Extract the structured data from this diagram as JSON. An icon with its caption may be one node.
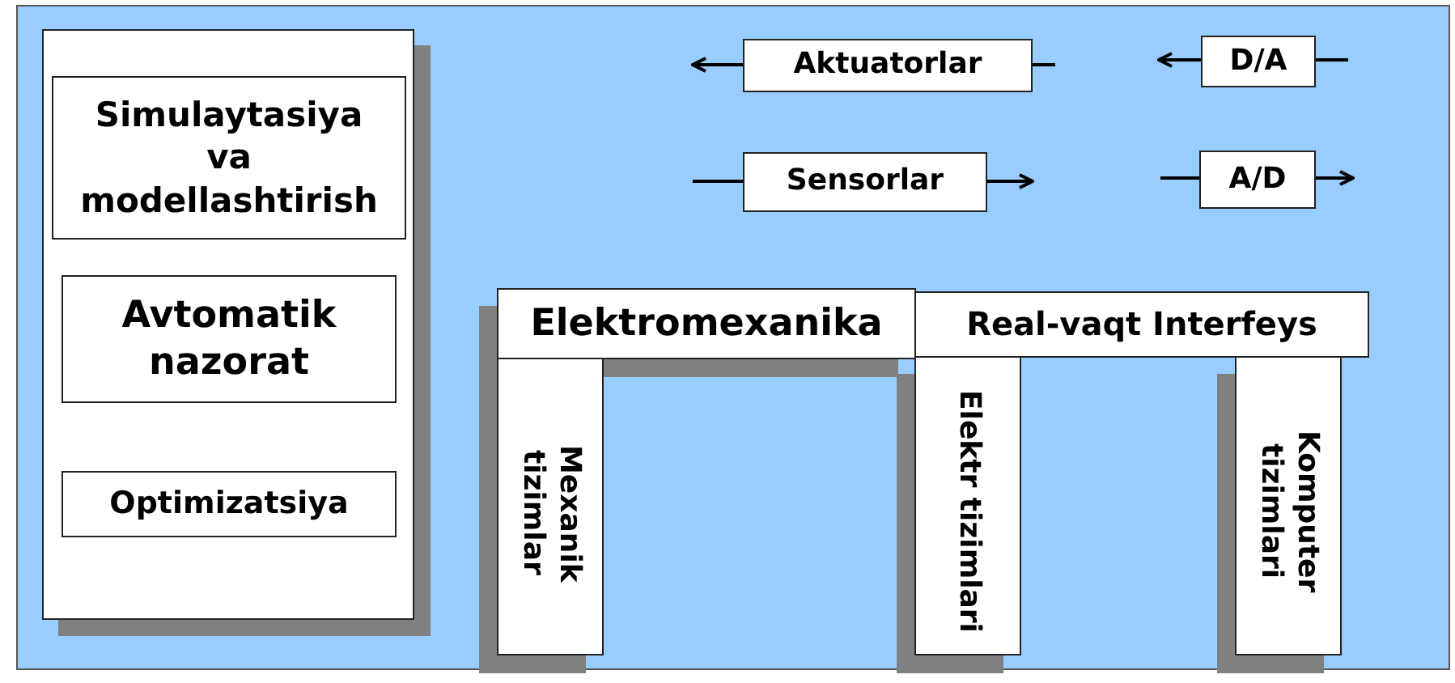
{
  "diagram": {
    "nodes": [
      {
        "text": [],
        "shape": "box"
      },
      {
        "text": [
          "Simulaytasiya va modellashtirish"
        ],
        "in": 0
      },
      {
        "text": [
          "Avtomatik nazorat"
        ],
        "in": 0
      },
      {
        "text": [
          "Optimizatsiya"
        ],
        "in": 0
      },
      {
        "text": [
          "Aktuatorlar"
        ]
      },
      {
        "text": [
          "D/A"
        ]
      },
      {
        "text": [
          "Sensorlar"
        ]
      },
      {
        "text": [
          "A/D"
        ]
      },
      {
        "text": [
          "Elektromexanika"
        ]
      },
      {
        "text": [
          "Real-vaqt Interfeys"
        ]
      },
      {
        "text": [
          "Mexanik tizimlar"
        ]
      },
      {
        "text": [
          "Elektr tizimlari"
        ]
      },
      {
        "text": [
          "Komputer tizimlari"
        ]
      }
    ],
    "edges": [
      {
        "from": 4,
        "to": null,
        "arrow": "to"
      },
      {
        "from": null,
        "to": 4,
        "arrow": "none"
      },
      {
        "from": 5,
        "to": null,
        "arrow": "to"
      },
      {
        "from": null,
        "to": 5,
        "arrow": "none"
      },
      {
        "from": null,
        "to": 6,
        "arrow": "none"
      },
      {
        "from": 6,
        "to": null,
        "arrow": "to"
      },
      {
        "from": null,
        "to": 7,
        "arrow": "none"
      },
      {
        "from": 7,
        "to": null,
        "arrow": "to"
      }
    ]
  }
}
